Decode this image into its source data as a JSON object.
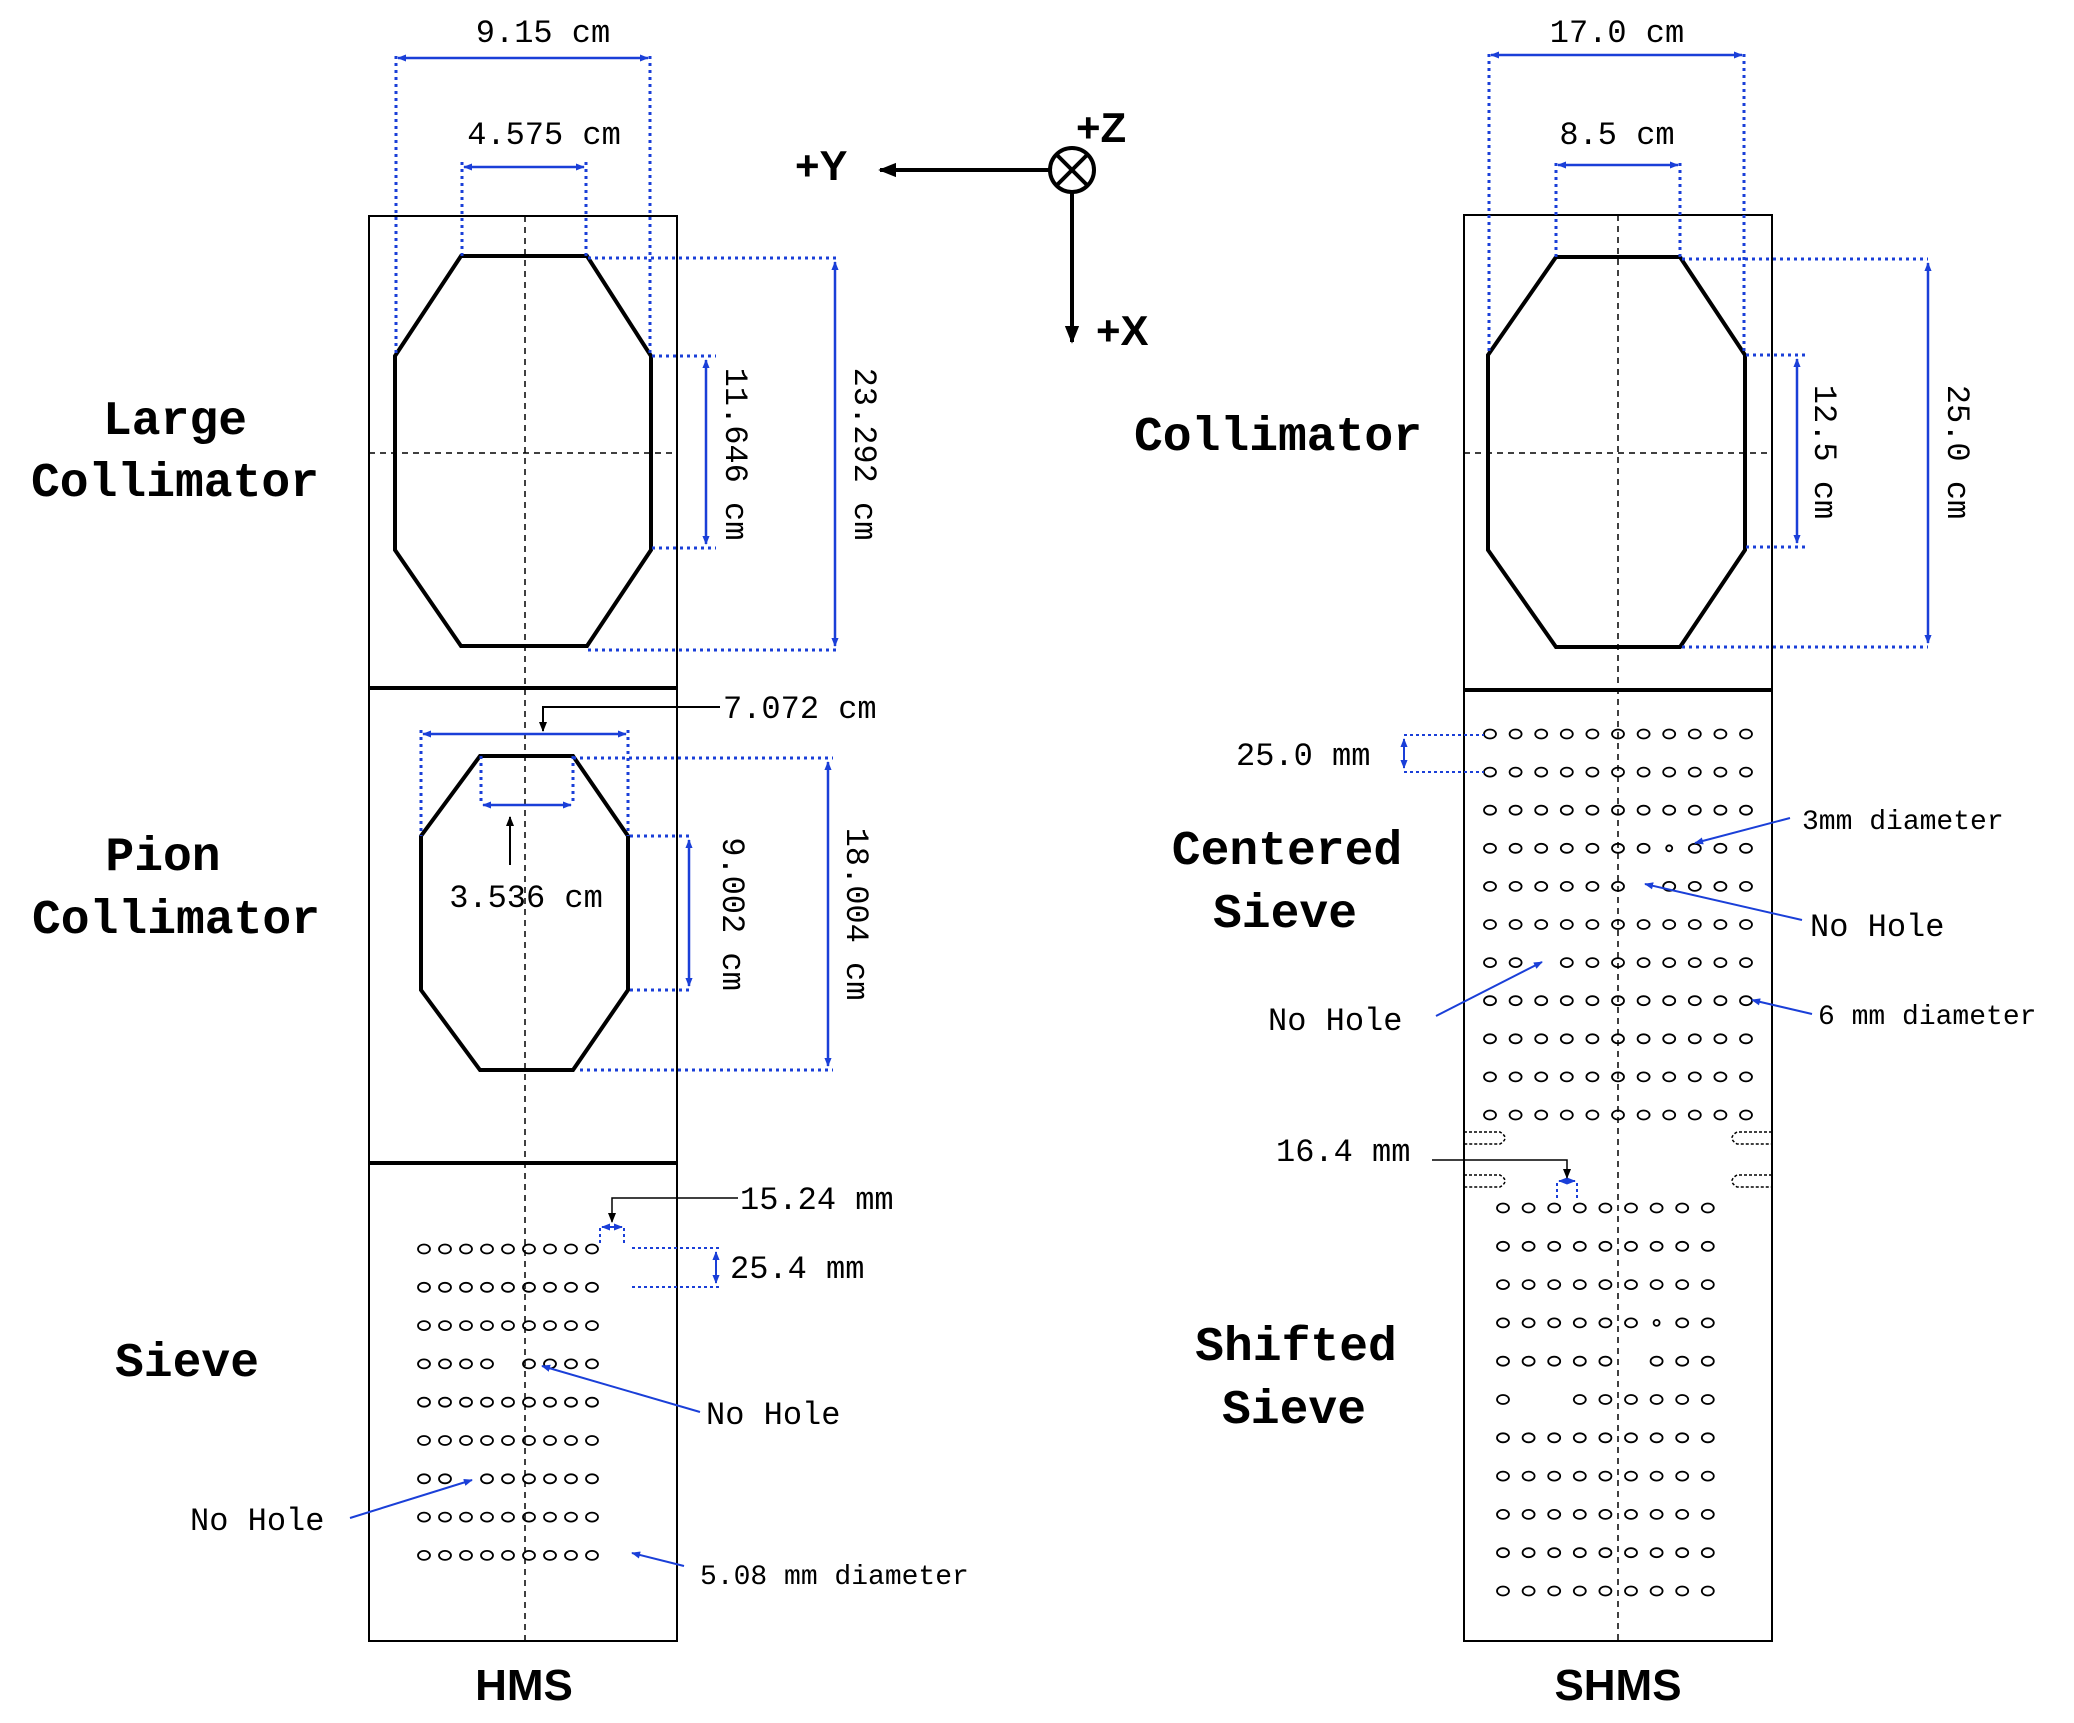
{
  "axes": {
    "y": "+Y",
    "z": "+Z",
    "x": "+X"
  },
  "hms": {
    "name": "HMS",
    "large_label": [
      "Large",
      "Collimator"
    ],
    "pion_label": [
      "Pion",
      "Collimator"
    ],
    "sieve_label": "Sieve",
    "dim_large_width": "9.15 cm",
    "dim_large_top": "4.575 cm",
    "dim_large_side": "11.646 cm",
    "dim_large_height": "23.292 cm",
    "dim_pion_width": "7.072 cm",
    "dim_pion_top": "3.536 cm",
    "dim_pion_side": "9.002 cm",
    "dim_pion_height": "18.004 cm",
    "hole_spacing_x": "15.24 mm",
    "hole_spacing_y": "25.4 mm",
    "no_hole_right": "No Hole",
    "no_hole_left": "No Hole",
    "hole_diameter": "5.08 mm diameter"
  },
  "shms": {
    "name": "SHMS",
    "collimator_label": "Collimator",
    "centered_label": [
      "Centered",
      "Sieve"
    ],
    "shifted_label": [
      "Shifted",
      "Sieve"
    ],
    "dim_width": "17.0 cm",
    "dim_top": "8.5 cm",
    "dim_side": "12.5 cm",
    "dim_height": "25.0 cm",
    "row_spacing": "25.0 mm",
    "small_hole": "3mm diameter",
    "no_hole_right": "No Hole",
    "no_hole_left": "No Hole",
    "large_hole": "6 mm diameter",
    "shift": "16.4 mm"
  },
  "colors": {
    "dimension": "#1a3fd8",
    "outline": "#000000"
  }
}
